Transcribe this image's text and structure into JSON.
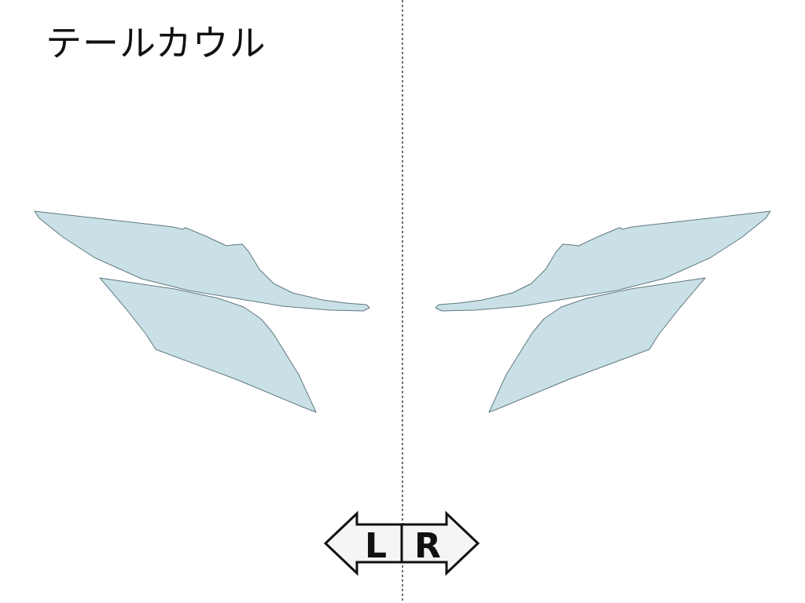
{
  "title": "テールカウル",
  "colors": {
    "panel_fill": "#c9e0e6",
    "panel_stroke": "#5f7880",
    "centerline": "#333333",
    "arrow_fill": "#f5f5f5",
    "arrow_stroke": "#111111"
  },
  "direction": {
    "left_label": "L",
    "right_label": "R"
  }
}
